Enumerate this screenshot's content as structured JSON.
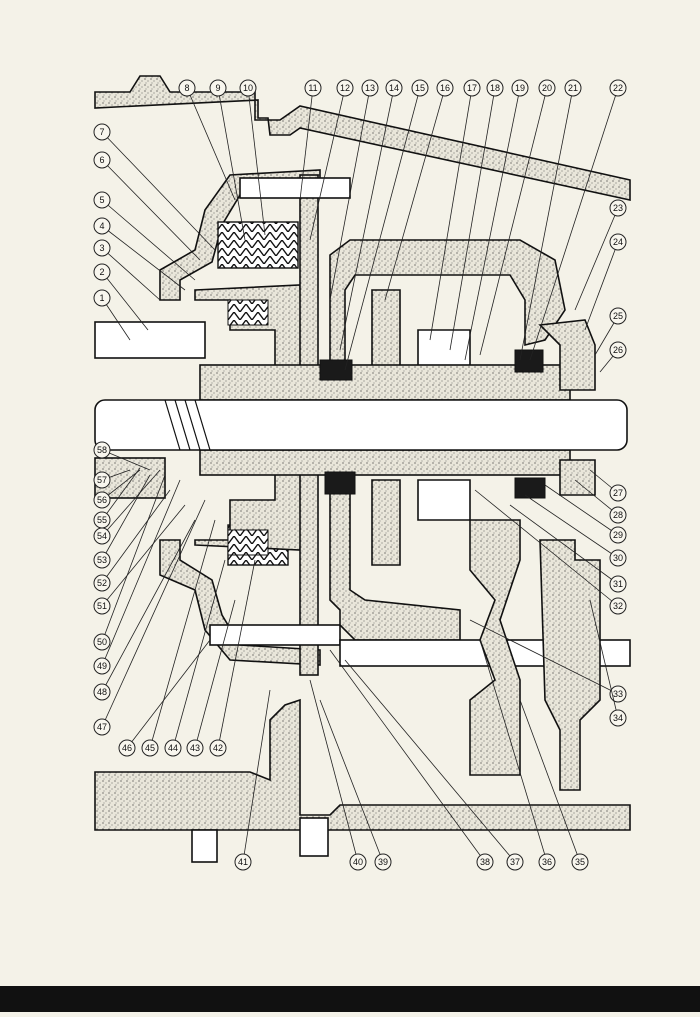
{
  "diagram": {
    "callouts": [
      "1",
      "2",
      "3",
      "4",
      "5",
      "6",
      "7",
      "8",
      "9",
      "10",
      "11",
      "12",
      "13",
      "14",
      "15",
      "16",
      "17",
      "18",
      "19",
      "20",
      "21",
      "22",
      "23",
      "24",
      "25",
      "26",
      "27",
      "28",
      "29",
      "30",
      "31",
      "32",
      "33",
      "34",
      "35",
      "36",
      "37",
      "38",
      "39",
      "40",
      "41",
      "42",
      "43",
      "44",
      "45",
      "46",
      "47",
      "48",
      "49",
      "50",
      "51",
      "52",
      "53",
      "54",
      "55",
      "56",
      "57",
      "58"
    ]
  },
  "colors": {
    "paper": "#f4f2e8",
    "ink": "#111111",
    "edge": "#111111"
  }
}
